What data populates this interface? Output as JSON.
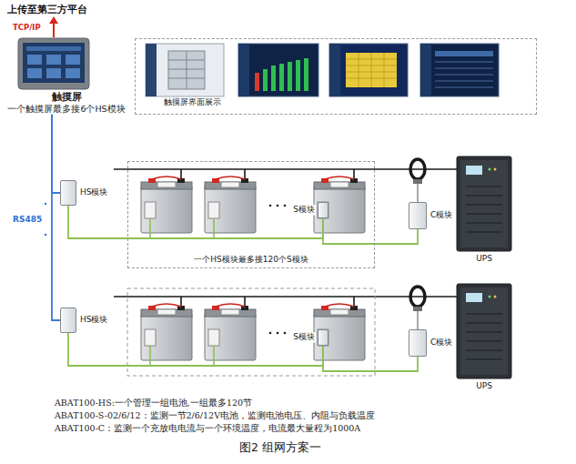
{
  "diagram": {
    "caption": "图2 组网方案一",
    "nodes": [
      {
        "text": [
          "触摸屏",
          "一个触摸屏最多接6个HS模块"
        ]
      },
      {
        "text": [
          "触摸屏界面展示"
        ]
      },
      {
        "text": [
          "HS模块"
        ]
      },
      {
        "text": [
          "一个HS模块最多接120个S模块"
        ]
      },
      {
        "text": [
          "S模块"
        ],
        "in": 3
      },
      {
        "text": [
          "C模块"
        ]
      },
      {
        "text": [
          "UPS"
        ]
      },
      {
        "text": [
          "HS模块"
        ]
      },
      {
        "text": [
          "S模块"
        ]
      },
      {
        "text": [
          "C模块"
        ]
      },
      {
        "text": [
          "UPS"
        ]
      }
    ],
    "edges": [
      {
        "from": 0,
        "to": 2,
        "arrow": "none"
      },
      {
        "from": 0,
        "to": 7,
        "arrow": "none"
      },
      {
        "from": 2,
        "to": 4,
        "arrow": "none"
      },
      {
        "from": 4,
        "to": 5,
        "arrow": "none"
      },
      {
        "from": 7,
        "to": 8,
        "arrow": "none"
      },
      {
        "from": 8,
        "to": 9,
        "arrow": "none"
      }
    ],
    "labels": [
      "上传至第三方平台",
      "TCP/IP",
      "RS485",
      "ABAT100-HS:一个管理一组电池,一组最多120节",
      "ABAT100-S-02/6/12：监测一节2/6/12V电池，监测电池电压、内阻与负载温度",
      "ABAT100-C：监测一个充放电电流与一个环境温度，电流最大量程为1000A"
    ]
  }
}
